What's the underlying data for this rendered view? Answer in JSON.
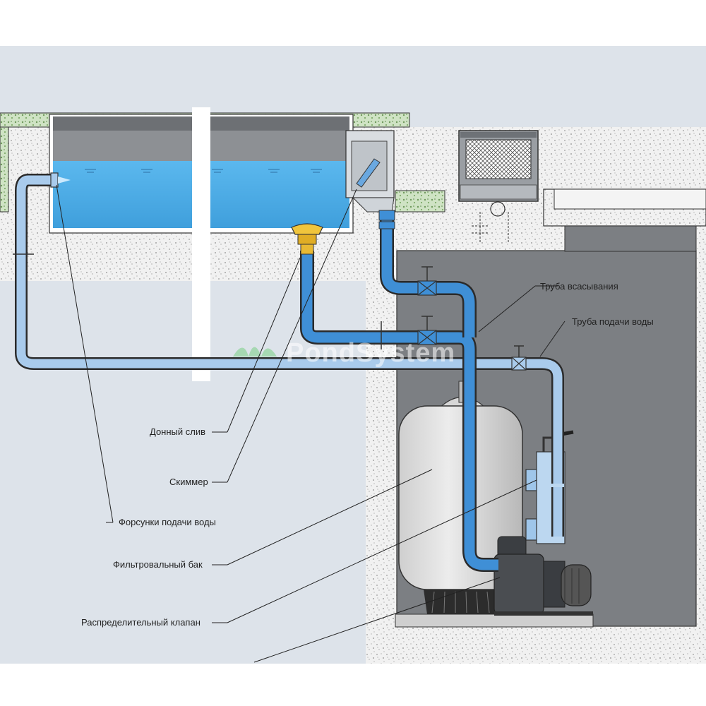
{
  "labels": {
    "suction_pipe": "Труба всасывания",
    "supply_pipe": "Труба подачи воды",
    "bottom_drain": "Донный слив",
    "skimmer": "Скиммер",
    "nozzles": "Форсунки подачи воды",
    "filter_tank": "Фильтровальный бак",
    "valve": "Распределительный клапан"
  },
  "watermark": "PondSystem",
  "colors": {
    "background": "#dde3ea",
    "water": "#4aaee8",
    "pipe_suction": "#3f8fd6",
    "pipe_supply": "#a9cbec",
    "soil": "#efefef",
    "pit": "#7c7f83",
    "tank": "#dcdcdc",
    "drain": "#e8b933"
  }
}
